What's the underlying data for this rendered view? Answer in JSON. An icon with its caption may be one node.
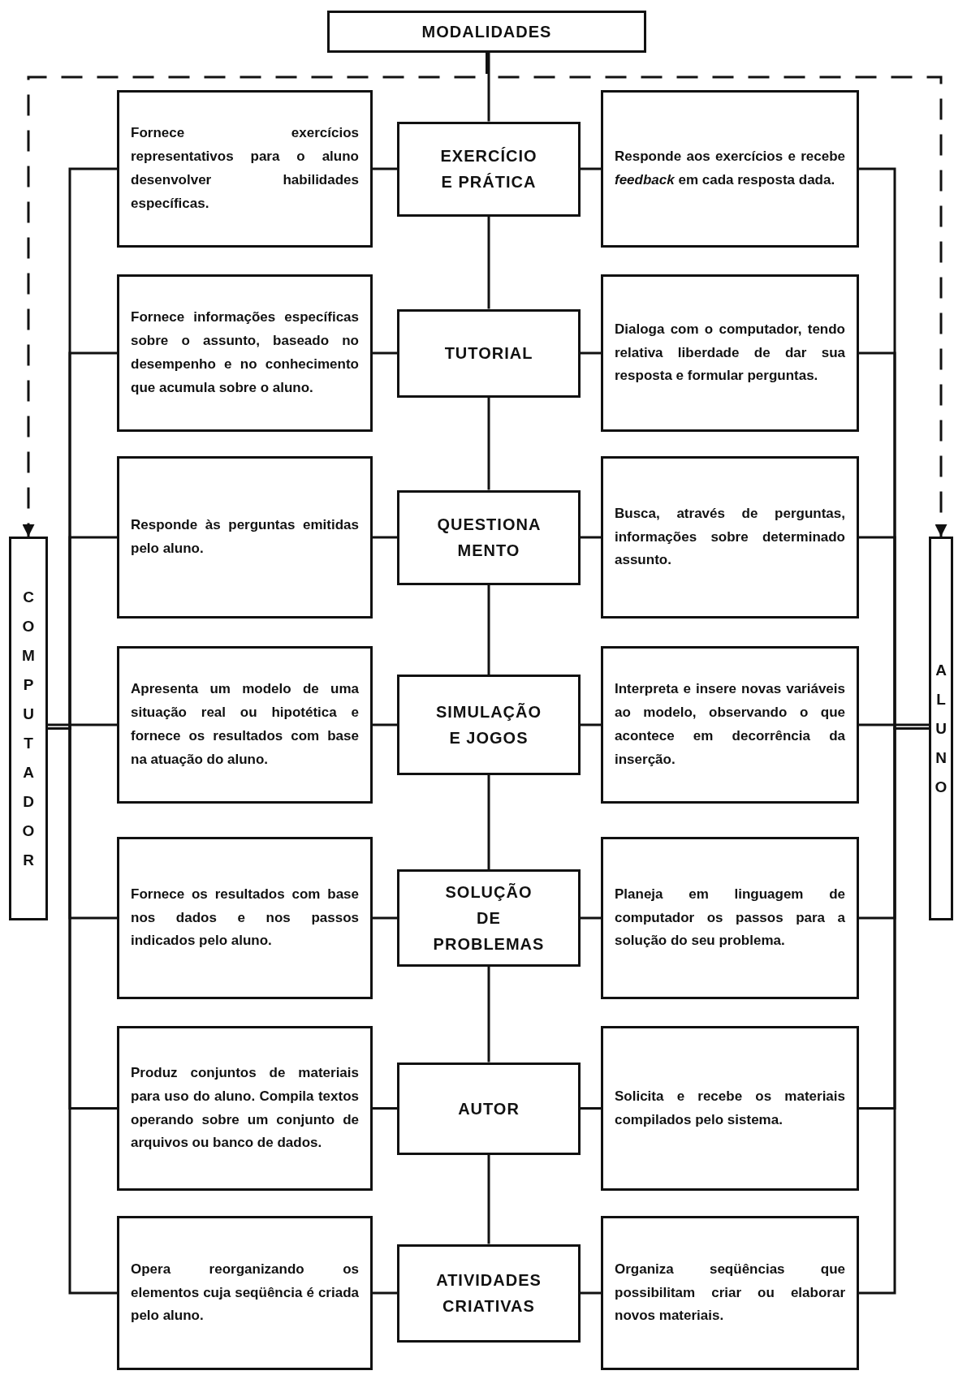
{
  "diagram": {
    "nodes": [
      {
        "text": [
          "MODALIDADES"
        ]
      },
      {
        "text": [
          "COMPUTADOR"
        ]
      },
      {
        "text": [
          "ALUNO"
        ]
      },
      {
        "text": [
          "Fornece exercícios representativos para o aluno desenvolver habilidades específicas."
        ]
      },
      {
        "text": [
          "EXERCÍCIO E PRÁTICA"
        ]
      },
      {
        "text": [
          "Responde aos exercícios e recebe *feedback* em cada resposta dada."
        ]
      },
      {
        "text": [
          "Fornece informações específicas sobre o assunto, baseado no desempenho e no conhecimento que acumula sobre o aluno."
        ]
      },
      {
        "text": [
          "TUTORIAL"
        ]
      },
      {
        "text": [
          "Dialoga com o computador, tendo relativa liberdade de dar sua resposta e formular perguntas."
        ]
      },
      {
        "text": [
          "Responde às perguntas emitidas pelo aluno."
        ]
      },
      {
        "text": [
          "QUESTIONA MENTO"
        ]
      },
      {
        "text": [
          "Busca, através de perguntas, informações sobre determinado assunto."
        ]
      },
      {
        "text": [
          "Apresenta um modelo de uma situação real ou hipotética e fornece os resultados com base na atuação do aluno."
        ]
      },
      {
        "text": [
          "SIMULAÇÃO E JOGOS"
        ]
      },
      {
        "text": [
          "Interpreta e insere novas variáveis ao modelo, observando o que acontece em decorrência da inserção."
        ]
      },
      {
        "text": [
          "Fornece os resultados com base nos dados e nos passos indicados pelo aluno."
        ]
      },
      {
        "text": [
          "SOLUÇÃO DE PROBLEMAS"
        ]
      },
      {
        "text": [
          "Planeja em linguagem de computador os passos para a solução do seu problema."
        ]
      },
      {
        "text": [
          "Produz conjuntos de materiais para uso do aluno. Compila textos operando sobre um conjunto de arquivos ou banco de dados."
        ]
      },
      {
        "text": [
          "AUTOR"
        ]
      },
      {
        "text": [
          "Solicita e recebe os materiais compilados pelo sistema."
        ]
      },
      {
        "text": [
          "Opera reorganizando os elementos cuja seqüência é criada pelo aluno."
        ]
      },
      {
        "text": [
          "ATIVIDADES CRIATIVAS"
        ]
      },
      {
        "text": [
          "Organiza seqüências que possibilitam criar ou elaborar novos materiais."
        ]
      }
    ],
    "edges": [
      {
        "from": 0,
        "to": 4,
        "arrow": "none"
      },
      {
        "from": 4,
        "to": 7,
        "arrow": "none"
      },
      {
        "from": 7,
        "to": 10,
        "arrow": "none"
      },
      {
        "from": 10,
        "to": 13,
        "arrow": "none"
      },
      {
        "from": 13,
        "to": 16,
        "arrow": "none"
      },
      {
        "from": 16,
        "to": 19,
        "arrow": "none"
      },
      {
        "from": 19,
        "to": 22,
        "arrow": "none"
      },
      {
        "from": 4,
        "to": 3,
        "arrow": "none"
      },
      {
        "from": 4,
        "to": 5,
        "arrow": "none"
      },
      {
        "from": 7,
        "to": 6,
        "arrow": "none"
      },
      {
        "from": 7,
        "to": 8,
        "arrow": "none"
      },
      {
        "from": 10,
        "to": 9,
        "arrow": "none"
      },
      {
        "from": 10,
        "to": 11,
        "arrow": "none"
      },
      {
        "from": 13,
        "to": 12,
        "arrow": "none"
      },
      {
        "from": 13,
        "to": 14,
        "arrow": "none"
      },
      {
        "from": 16,
        "to": 15,
        "arrow": "none"
      },
      {
        "from": 16,
        "to": 17,
        "arrow": "none"
      },
      {
        "from": 19,
        "to": 18,
        "arrow": "none"
      },
      {
        "from": 19,
        "to": 20,
        "arrow": "none"
      },
      {
        "from": 22,
        "to": 21,
        "arrow": "none"
      },
      {
        "from": 22,
        "to": 23,
        "arrow": "none"
      },
      {
        "from": 3,
        "to": 1,
        "arrow": "none"
      },
      {
        "from": 6,
        "to": 1,
        "arrow": "none"
      },
      {
        "from": 9,
        "to": 1,
        "arrow": "none"
      },
      {
        "from": 12,
        "to": 1,
        "arrow": "none"
      },
      {
        "from": 15,
        "to": 1,
        "arrow": "none"
      },
      {
        "from": 18,
        "to": 1,
        "arrow": "none"
      },
      {
        "from": 21,
        "to": 1,
        "arrow": "none"
      },
      {
        "from": 5,
        "to": 2,
        "arrow": "none"
      },
      {
        "from": 8,
        "to": 2,
        "arrow": "none"
      },
      {
        "from": 11,
        "to": 2,
        "arrow": "none"
      },
      {
        "from": 14,
        "to": 2,
        "arrow": "none"
      },
      {
        "from": 17,
        "to": 2,
        "arrow": "none"
      },
      {
        "from": 20,
        "to": 2,
        "arrow": "none"
      },
      {
        "from": 23,
        "to": 2,
        "arrow": "none"
      },
      {
        "from": 0,
        "to": 1,
        "arrow": "to",
        "style": "dashed"
      },
      {
        "from": 0,
        "to": 2,
        "arrow": "to",
        "style": "dashed"
      }
    ]
  }
}
